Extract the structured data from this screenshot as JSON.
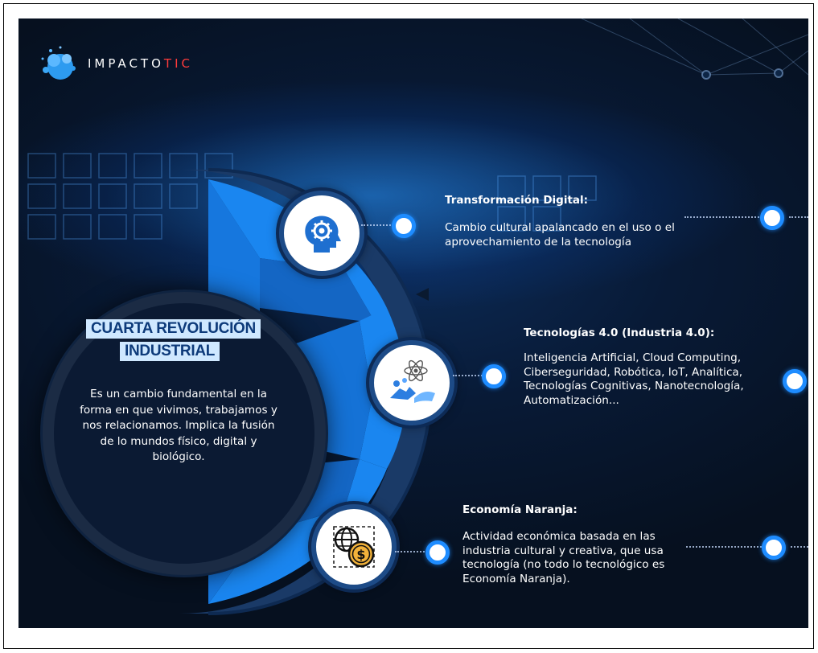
{
  "brand": {
    "name_prefix": "IMPACTO",
    "name_accent": "TIC"
  },
  "center": {
    "title_line1": "CUARTA REVOLUCIÓN",
    "title_line2": "INDUSTRIAL",
    "description": "Es un cambio fundamental en la forma en que vivimos, trabajamos y nos relacionamos. Implica la fusión de lo mundos físico, digital y biológico."
  },
  "items": [
    {
      "title": "Transformación Digital:",
      "description": "Cambio cultural apalancado en el uso o el aprovechamiento de la tecnología",
      "icon": "head-gear-icon"
    },
    {
      "title": "Tecnologías 4.0 (Industria 4.0):",
      "description": "Inteligencia Artificial, Cloud Computing, Ciberseguridad, Robótica, IoT, Analítica, Tecnologías Cognitivas, Nanotecnología, Automatización...",
      "icon": "atom-robot-icon"
    },
    {
      "title": "Economía Naranja:",
      "description": "Actividad económica basada en las industria cultural y creativa, que usa tecnología (no todo lo tecnológico es Economía Naranja).",
      "icon": "globe-dollar-icon"
    }
  ],
  "colors": {
    "background_dark": "#06101f",
    "accent_blue": "#1e8cff",
    "segment_blue": "#1a86f0",
    "brand_red": "#ff3b3b",
    "title_box": "#cfe8ff"
  }
}
